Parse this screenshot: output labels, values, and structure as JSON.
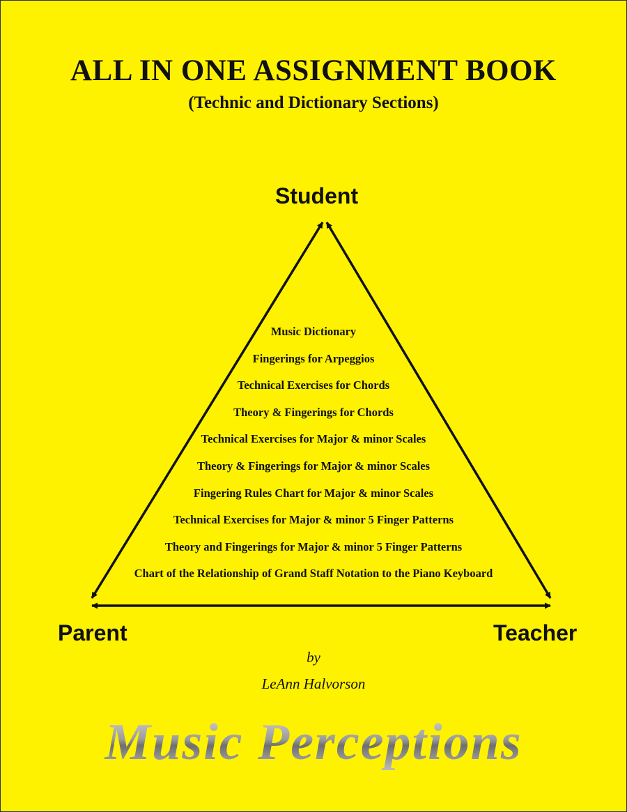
{
  "cover": {
    "title": "ALL IN ONE ASSIGNMENT BOOK",
    "subtitle": "(Technic and Dictionary Sections)",
    "triangle": {
      "top_label": "Student",
      "left_label": "Parent",
      "right_label": "Teacher"
    },
    "contents": [
      "Music Dictionary",
      "Fingerings for Arpeggios",
      "Technical Exercises for Chords",
      "Theory & Fingerings for Chords",
      "Technical Exercises for  Major & minor Scales",
      "Theory & Fingerings for Major & minor Scales",
      "Fingering Rules Chart for Major & minor Scales",
      "Technical Exercises for Major & minor 5 Finger Patterns",
      "Theory and Fingerings for Major & minor 5 Finger Patterns",
      "Chart of the Relationship of Grand Staff Notation to the Piano Keyboard"
    ],
    "by": "by",
    "author": "LeAnn Halvorson",
    "publisher": "Music Perceptions",
    "colors": {
      "background": "#fff200",
      "text": "#111111",
      "publisher_text": "#8a8a8a"
    }
  }
}
